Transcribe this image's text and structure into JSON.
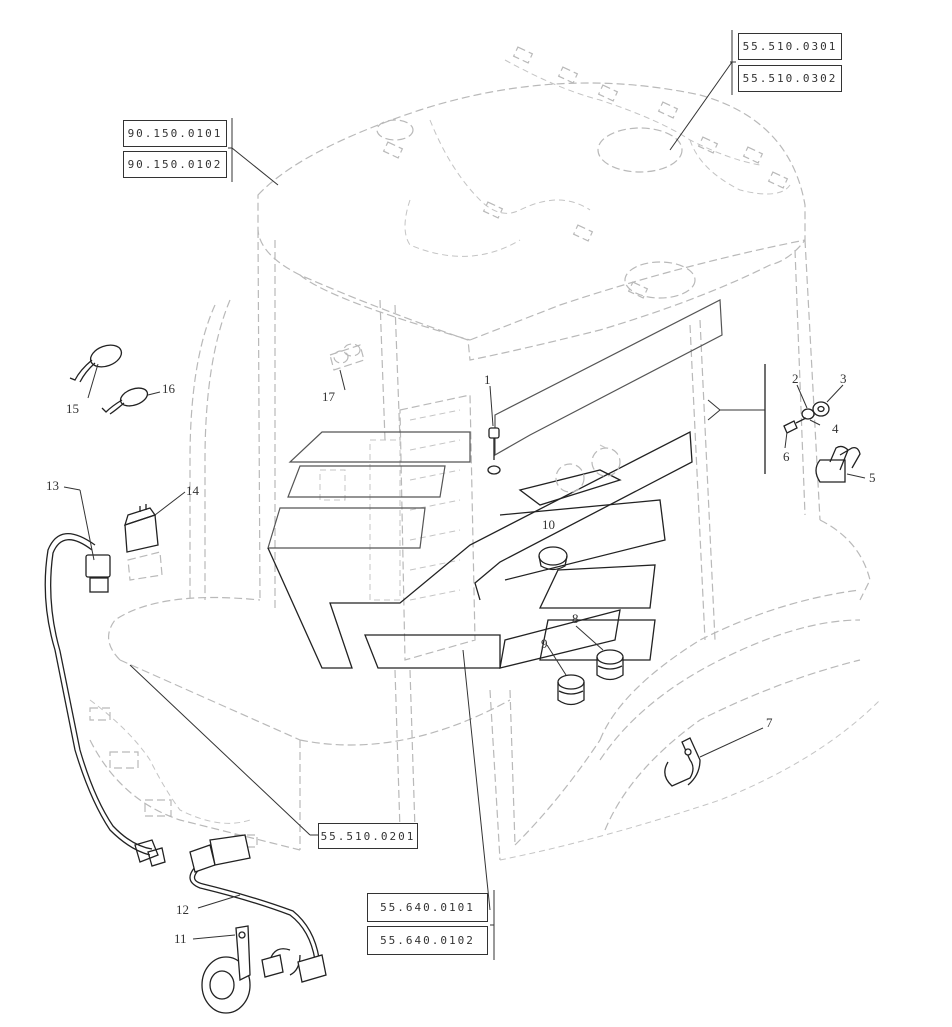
{
  "reference_boxes": {
    "top_right_1": "55.510.0301",
    "top_right_2": "55.510.0302",
    "top_left_1": "90.150.0101",
    "top_left_2": "90.150.0102",
    "middle_bottom": "55.510.0201",
    "bottom_1": "55.640.0101",
    "bottom_2": "55.640.0102"
  },
  "callouts": {
    "c1": "1",
    "c2": "2",
    "c3": "3",
    "c4": "4",
    "c5": "5",
    "c6": "6",
    "c7": "7",
    "c8": "8",
    "c9": "9",
    "c10": "10",
    "c11": "11",
    "c12": "12",
    "c13": "13",
    "c14": "14",
    "c15": "15",
    "c16": "16",
    "c17": "17"
  }
}
